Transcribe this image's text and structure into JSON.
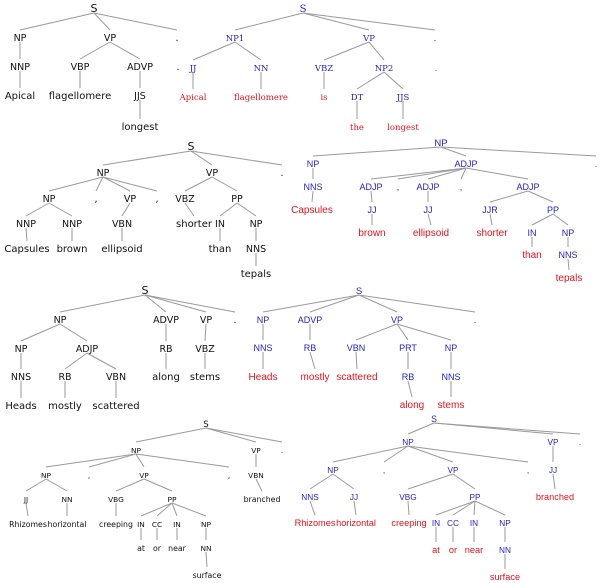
{
  "colors": {
    "plain_label": "#111111",
    "blue_label": "#2222cc",
    "red_word": "#e8121b",
    "edge": "#9a9a9a"
  },
  "trees": [
    {
      "id": "tree-1-plain",
      "style": "plain",
      "nodes": [
        {
          "id": "S",
          "label": "S"
        },
        {
          "id": "NP",
          "label": "NP"
        },
        {
          "id": "VP",
          "label": "VP"
        },
        {
          "id": "p",
          "label": "."
        },
        {
          "id": "NNP",
          "label": "NNP"
        },
        {
          "id": "VBP",
          "label": "VBP"
        },
        {
          "id": "ADVP",
          "label": "ADVP"
        },
        {
          "id": "p2",
          "label": "."
        },
        {
          "id": "w1",
          "label": "Apical",
          "word": true
        },
        {
          "id": "w2",
          "label": "flagellomere",
          "word": true
        },
        {
          "id": "JJS",
          "label": "JJS"
        },
        {
          "id": "w3",
          "label": "longest",
          "word": true
        }
      ]
    },
    {
      "id": "tree-1-colored",
      "style": "serif",
      "nodes": [
        {
          "id": "S",
          "label": "S"
        },
        {
          "id": "NP1",
          "label": "NP1"
        },
        {
          "id": "VP",
          "label": "VP"
        },
        {
          "id": "p",
          "label": "."
        },
        {
          "id": "JJ",
          "label": "JJ"
        },
        {
          "id": "NN",
          "label": "NN"
        },
        {
          "id": "VBZ",
          "label": "VBZ"
        },
        {
          "id": "NP2",
          "label": "NP2"
        },
        {
          "id": "p2",
          "label": "."
        },
        {
          "id": "w1",
          "label": "Apical",
          "word": true
        },
        {
          "id": "w2",
          "label": "flagellomere",
          "word": true
        },
        {
          "id": "w3",
          "label": "is",
          "word": true
        },
        {
          "id": "DT",
          "label": "DT"
        },
        {
          "id": "JJS",
          "label": "JJS"
        },
        {
          "id": "w4",
          "label": "the",
          "word": true
        },
        {
          "id": "w5",
          "label": "longest",
          "word": true
        }
      ]
    },
    {
      "id": "tree-2-plain",
      "style": "plain",
      "nodes": [
        {
          "id": "S",
          "label": "S"
        },
        {
          "id": "NP",
          "label": "NP"
        },
        {
          "id": "VP",
          "label": "VP"
        },
        {
          "id": "p",
          "label": "."
        },
        {
          "id": "NP2",
          "label": "NP"
        },
        {
          "id": "c1",
          "label": ","
        },
        {
          "id": "VPb",
          "label": "VP"
        },
        {
          "id": "c2",
          "label": ","
        },
        {
          "id": "VBZ",
          "label": "VBZ"
        },
        {
          "id": "PP",
          "label": "PP"
        },
        {
          "id": "NNP1",
          "label": "NNP"
        },
        {
          "id": "NNP2",
          "label": "NNP"
        },
        {
          "id": "VBN",
          "label": "VBN"
        },
        {
          "id": "w4",
          "label": "shorter",
          "word": true
        },
        {
          "id": "IN",
          "label": "IN"
        },
        {
          "id": "NP3",
          "label": "NP"
        },
        {
          "id": "w1",
          "label": "Capsules",
          "word": true
        },
        {
          "id": "w2",
          "label": "brown",
          "word": true
        },
        {
          "id": "w3",
          "label": "ellipsoid",
          "word": true
        },
        {
          "id": "w5",
          "label": "than",
          "word": true
        },
        {
          "id": "NNS",
          "label": "NNS"
        },
        {
          "id": "w6",
          "label": "tepals",
          "word": true
        }
      ]
    },
    {
      "id": "tree-2-colored",
      "style": "sans",
      "nodes": [
        {
          "id": "NP",
          "label": "NP"
        },
        {
          "id": "NPa",
          "label": "NP"
        },
        {
          "id": "ADJP",
          "label": "ADJP"
        },
        {
          "id": "p",
          "label": "."
        },
        {
          "id": "NNS",
          "label": "NNS"
        },
        {
          "id": "ADJP1",
          "label": "ADJP"
        },
        {
          "id": "c1",
          "label": ","
        },
        {
          "id": "ADJP2",
          "label": "ADJP"
        },
        {
          "id": "c2",
          "label": ","
        },
        {
          "id": "ADJP3",
          "label": "ADJP"
        },
        {
          "id": "w1",
          "label": "Capsules",
          "word": true
        },
        {
          "id": "JJ1",
          "label": "JJ"
        },
        {
          "id": "JJ2",
          "label": "JJ"
        },
        {
          "id": "JJR",
          "label": "JJR"
        },
        {
          "id": "PP",
          "label": "PP"
        },
        {
          "id": "w2",
          "label": "brown",
          "word": true
        },
        {
          "id": "w3",
          "label": "ellipsoid",
          "word": true
        },
        {
          "id": "w4",
          "label": "shorter",
          "word": true
        },
        {
          "id": "IN",
          "label": "IN"
        },
        {
          "id": "NP2",
          "label": "NP"
        },
        {
          "id": "w5",
          "label": "than",
          "word": true
        },
        {
          "id": "NNS2",
          "label": "NNS"
        },
        {
          "id": "w6",
          "label": "tepals",
          "word": true
        }
      ]
    },
    {
      "id": "tree-3-plain",
      "style": "plain",
      "nodes": [
        {
          "id": "S",
          "label": "S"
        },
        {
          "id": "NP",
          "label": "NP"
        },
        {
          "id": "ADVP",
          "label": "ADVP"
        },
        {
          "id": "VP",
          "label": "VP"
        },
        {
          "id": "p",
          "label": "."
        },
        {
          "id": "NP2",
          "label": "NP"
        },
        {
          "id": "ADJP",
          "label": "ADJP"
        },
        {
          "id": "RB2",
          "label": "RB"
        },
        {
          "id": "VBZ",
          "label": "VBZ"
        },
        {
          "id": "NNS",
          "label": "NNS"
        },
        {
          "id": "RB",
          "label": "RB"
        },
        {
          "id": "VBN",
          "label": "VBN"
        },
        {
          "id": "w4",
          "label": "along",
          "word": true
        },
        {
          "id": "w5",
          "label": "stems",
          "word": true
        },
        {
          "id": "w1",
          "label": "Heads",
          "word": true
        },
        {
          "id": "w2",
          "label": "mostly",
          "word": true
        },
        {
          "id": "w3",
          "label": "scattered",
          "word": true
        }
      ]
    },
    {
      "id": "tree-3-colored",
      "style": "sans",
      "nodes": [
        {
          "id": "S",
          "label": "S"
        },
        {
          "id": "NP",
          "label": "NP"
        },
        {
          "id": "ADVP",
          "label": "ADVP"
        },
        {
          "id": "VP",
          "label": "VP"
        },
        {
          "id": "p",
          "label": "."
        },
        {
          "id": "NNS",
          "label": "NNS"
        },
        {
          "id": "RB",
          "label": "RB"
        },
        {
          "id": "VBN",
          "label": "VBN"
        },
        {
          "id": "PRT",
          "label": "PRT"
        },
        {
          "id": "NP2",
          "label": "NP"
        },
        {
          "id": "w1",
          "label": "Heads",
          "word": true
        },
        {
          "id": "w2",
          "label": "mostly",
          "word": true
        },
        {
          "id": "w3",
          "label": "scattered",
          "word": true
        },
        {
          "id": "RB2",
          "label": "RB"
        },
        {
          "id": "NNS2",
          "label": "NNS"
        },
        {
          "id": "w4",
          "label": "along",
          "word": true
        },
        {
          "id": "w5",
          "label": "stems",
          "word": true
        }
      ]
    },
    {
      "id": "tree-4-plain",
      "style": "plain",
      "nodes": [
        {
          "id": "S",
          "label": "S"
        },
        {
          "id": "NP",
          "label": "NP"
        },
        {
          "id": "VP",
          "label": "VP"
        },
        {
          "id": "p",
          "label": "."
        },
        {
          "id": "NP2",
          "label": "NP"
        },
        {
          "id": "c1",
          "label": ","
        },
        {
          "id": "VP2",
          "label": "VP"
        },
        {
          "id": "c2",
          "label": ","
        },
        {
          "id": "VBN",
          "label": "VBN"
        },
        {
          "id": "JJ",
          "label": "JJ"
        },
        {
          "id": "NN",
          "label": "NN"
        },
        {
          "id": "VBG",
          "label": "VBG"
        },
        {
          "id": "PP",
          "label": "PP"
        },
        {
          "id": "w8",
          "label": "branched",
          "word": true
        },
        {
          "id": "w1",
          "label": "Rhizomes",
          "word": true
        },
        {
          "id": "w2",
          "label": "horizontal",
          "word": true
        },
        {
          "id": "w3",
          "label": "creeping",
          "word": true
        },
        {
          "id": "IN1",
          "label": "IN"
        },
        {
          "id": "CC",
          "label": "CC"
        },
        {
          "id": "IN2",
          "label": "IN"
        },
        {
          "id": "NP3",
          "label": "NP"
        },
        {
          "id": "w4",
          "label": "at",
          "word": true
        },
        {
          "id": "w5",
          "label": "or",
          "word": true
        },
        {
          "id": "w6",
          "label": "near",
          "word": true
        },
        {
          "id": "NN2",
          "label": "NN"
        },
        {
          "id": "w7",
          "label": "surface",
          "word": true
        }
      ]
    },
    {
      "id": "tree-4-colored",
      "style": "sans",
      "nodes": [
        {
          "id": "S",
          "label": "S"
        },
        {
          "id": "NP",
          "label": "NP"
        },
        {
          "id": "VP",
          "label": "VP"
        },
        {
          "id": "p",
          "label": "."
        },
        {
          "id": "NP2",
          "label": "NP"
        },
        {
          "id": "c1",
          "label": ","
        },
        {
          "id": "VP2",
          "label": "VP"
        },
        {
          "id": "c2",
          "label": ","
        },
        {
          "id": "JJ2",
          "label": "JJ"
        },
        {
          "id": "NNS",
          "label": "NNS"
        },
        {
          "id": "JJ",
          "label": "JJ"
        },
        {
          "id": "VBG",
          "label": "VBG"
        },
        {
          "id": "PP",
          "label": "PP"
        },
        {
          "id": "w8",
          "label": "branched",
          "word": true
        },
        {
          "id": "w1",
          "label": "Rhizomes",
          "word": true
        },
        {
          "id": "w2",
          "label": "horizontal",
          "word": true
        },
        {
          "id": "w3",
          "label": "creeping",
          "word": true
        },
        {
          "id": "IN1",
          "label": "IN"
        },
        {
          "id": "CC",
          "label": "CC"
        },
        {
          "id": "IN2",
          "label": "IN"
        },
        {
          "id": "NP3",
          "label": "NP"
        },
        {
          "id": "w4",
          "label": "at",
          "word": true
        },
        {
          "id": "w5",
          "label": "or",
          "word": true
        },
        {
          "id": "w6",
          "label": "near",
          "word": true
        },
        {
          "id": "NN",
          "label": "NN"
        },
        {
          "id": "w7",
          "label": "surface",
          "word": true
        }
      ]
    }
  ]
}
